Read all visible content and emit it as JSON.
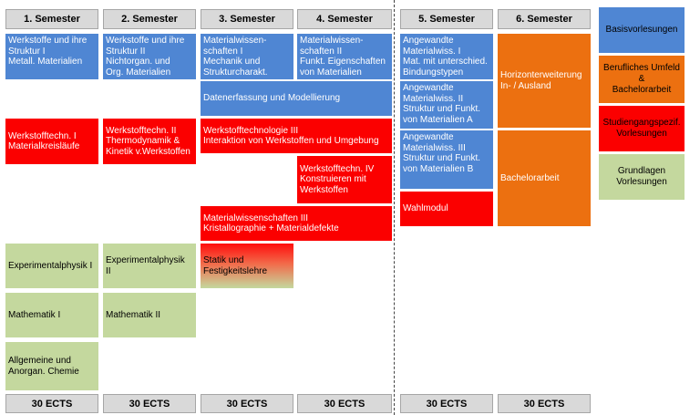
{
  "semesters": {
    "s1": "1. Semester",
    "s2": "2. Semester",
    "s3": "3. Semester",
    "s4": "4. Semester",
    "s5": "5. Semester",
    "s6": "6. Semester"
  },
  "ects": {
    "s1": "30 ECTS",
    "s2": "30 ECTS",
    "s3": "30 ECTS",
    "s4": "30 ECTS",
    "s5": "30 ECTS",
    "s6": "30 ECTS"
  },
  "modules": {
    "ws1": "Werkstoffe und ihre\nStruktur I\nMetall. Materialien",
    "ws2": "Werkstoffe und ihre\nStruktur II\nNichtorgan. und\nOrg. Materialien",
    "mw1": "Materialwissen-\nschaften I\nMechanik und\nStrukturcharakt.",
    "mw2": "Materialwissen-\nschaften II\nFunkt. Eigenschaften\nvon Materialien",
    "daten": "Datenerfassung und Modellierung",
    "wt1": "Werkstofftechn. I\nMaterialkreisläufe",
    "wt2": "Werkstofftechn. II\nThermodynamik &\nKinetik v.Werkstoffen",
    "wt3": "Werkstofftechnologie III\nInteraktion von Werkstoffen und Umgebung",
    "wt4": "Werkstofftechn. IV\nKonstruieren mit\nWerkstoffen",
    "mw3": "Materialwissenschaften III\nKristallographie + Materialdefekte",
    "exp1": "Experimentalphysik I",
    "exp2": "Experimentalphysik\nII",
    "statik": "Statik und\nFestigkeitslehre",
    "ma1": "Mathematik I",
    "ma2": "Mathematik II",
    "chem": "Allgemeine und\nAnorgan. Chemie",
    "am1": "Angewandte\nMaterialwiss. I\nMat. mit unterschied.\nBindungstypen",
    "am2": "Angewandte\nMaterialwiss. II\nStruktur und Funkt.\nvon Materialien A",
    "am3": "Angewandte\nMaterialwiss. III\nStruktur und Funkt.\nvon Materialien B",
    "wahl": "Wahlmodul",
    "horiz": "Horizonterweiterung\nIn- / Ausland",
    "bach": "Bachelorarbeit"
  },
  "legend": {
    "basis": "Basisvorlesungen",
    "beruf": "Berufliches Umfeld\n&\nBachelorarbeit",
    "spez": "Studiengangspezif.\nVorlesungen",
    "grund": "Grundlagen\nVorlesungen"
  },
  "colors": {
    "basis": "#4f86d3",
    "beruf": "#ec7010",
    "spez": "#fb0000",
    "grund": "#c4d89e",
    "header": "#d9d9d9"
  }
}
